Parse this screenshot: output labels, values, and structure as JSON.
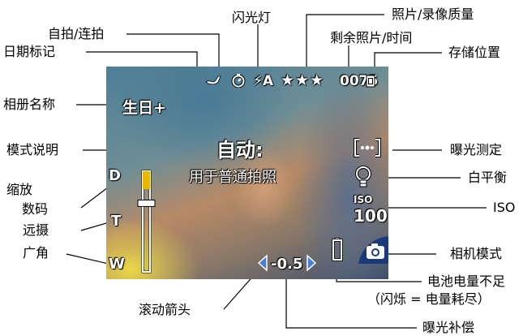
{
  "screen": {
    "album_name": "生日+",
    "mode_name": "自动:",
    "mode_desc": "用于普通拍照",
    "picture_count": "0075",
    "quality_stars": "★★★",
    "flash_mode": "⚡A",
    "zoom": {
      "top": "D",
      "middle": "T",
      "bottom": "W",
      "level": 0.6
    },
    "ev_value": "-0.5",
    "iso_label": "ISO",
    "iso_value": "100",
    "icons": {
      "date": "date-stamp-icon",
      "self_timer": "self-timer-icon",
      "storage": "storage-location-icon",
      "exposure_meter": "exposure-meter-icon",
      "white_balance": "white-balance-icon",
      "battery": "low-battery-icon",
      "camera_mode": "camera-mode-icon",
      "scroll_left": "scroll-left-arrow-icon",
      "scroll_right": "scroll-right-arrow-icon"
    }
  },
  "callouts": {
    "self_timer_burst": "自拍/连拍",
    "date_stamp": "日期标记",
    "flash": "闪光灯",
    "quality": "照片/录像质量",
    "remaining": "剩余照片/时间",
    "storage": "存储位置",
    "album_name": "相册名称",
    "mode_desc": "模式说明",
    "exposure_metering": "曝光测定",
    "white_balance": "白平衡",
    "zoom": "缩放",
    "digital": "数码",
    "telephoto": "远摄",
    "wide": "广角",
    "iso": "ISO",
    "camera_mode": "相机模式",
    "battery_low": "电池电量不足",
    "battery_note": "（闪烁 = 电量耗尽）",
    "scroll_arrows": "滚动箭头",
    "exposure_comp": "曝光补偿"
  },
  "colors": {
    "osd_text": "#ffffff",
    "leader_line": "#000000"
  }
}
